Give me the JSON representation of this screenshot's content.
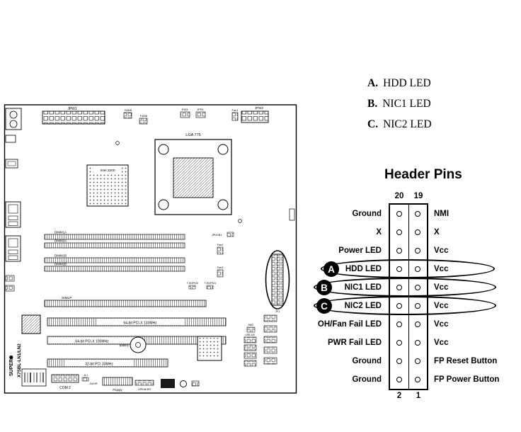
{
  "legend": {
    "items": [
      {
        "letter": "A.",
        "label": "HDD LED"
      },
      {
        "letter": "B.",
        "label": "NIC1 LED"
      },
      {
        "letter": "C.",
        "label": "NIC2 LED"
      }
    ]
  },
  "callouts": [
    {
      "letter": "A"
    },
    {
      "letter": "B"
    },
    {
      "letter": "C"
    }
  ],
  "header_pins": {
    "title": "Header Pins",
    "top_pin_numbers": [
      "20",
      "19"
    ],
    "bottom_pin_numbers": [
      "2",
      "1"
    ],
    "rows": [
      {
        "left": "Ground",
        "right": "NMI"
      },
      {
        "left": "X",
        "right": "X"
      },
      {
        "left": "Power LED",
        "right": "Vcc"
      },
      {
        "left": "HDD LED",
        "right": "Vcc"
      },
      {
        "left": "NIC1 LED",
        "right": "Vcc"
      },
      {
        "left": "NIC2 LED",
        "right": "Vcc"
      },
      {
        "left": "OH/Fan Fail LED",
        "right": "Vcc"
      },
      {
        "left": "PWR Fail LED",
        "right": "Vcc"
      },
      {
        "left": "Ground",
        "right": "FP Reset Button"
      },
      {
        "left": "Ground",
        "right": "FP Power Button"
      }
    ]
  },
  "board": {
    "brand": "SUPER",
    "model": "X7SBL-LN1/LN2",
    "labels": {
      "jpw1": "JPW1",
      "fan5": "FAN5",
      "fan6": "FAN6",
      "pw3": "PW3",
      "jpr1": "JPR1",
      "fan1": "Fan1",
      "jpw2": "JPW2",
      "cpu_socket": "LGA 775",
      "chipset": "Intel 3200",
      "dimm1a": "DIMM1A",
      "dimm2a": "DIMM2A",
      "dimm1b": "DIMM1B",
      "dimm2b": "DIMM2B",
      "jpusb1": "JPUSB1",
      "fan2": "Fan2",
      "fan3": "Fan3",
      "tsgpio2": "T-SGPIO2",
      "tsgpio1": "T-SGPIO1",
      "jf1": "JF1",
      "simlp": "SIMLP",
      "pcix133": "64-bit PCI-X 133MHz",
      "pcix100": "64-bit PCI-X 100MHz",
      "pci33": "32-bit PCI 33MHz",
      "battery": "Battery",
      "jwd": "JWD",
      "usb45": "USB 4/5",
      "com2": "COM 2",
      "jl1": "JL1",
      "jwor": "JWOR",
      "floppy": "Floppy",
      "speaker": "SPEAKER"
    }
  }
}
